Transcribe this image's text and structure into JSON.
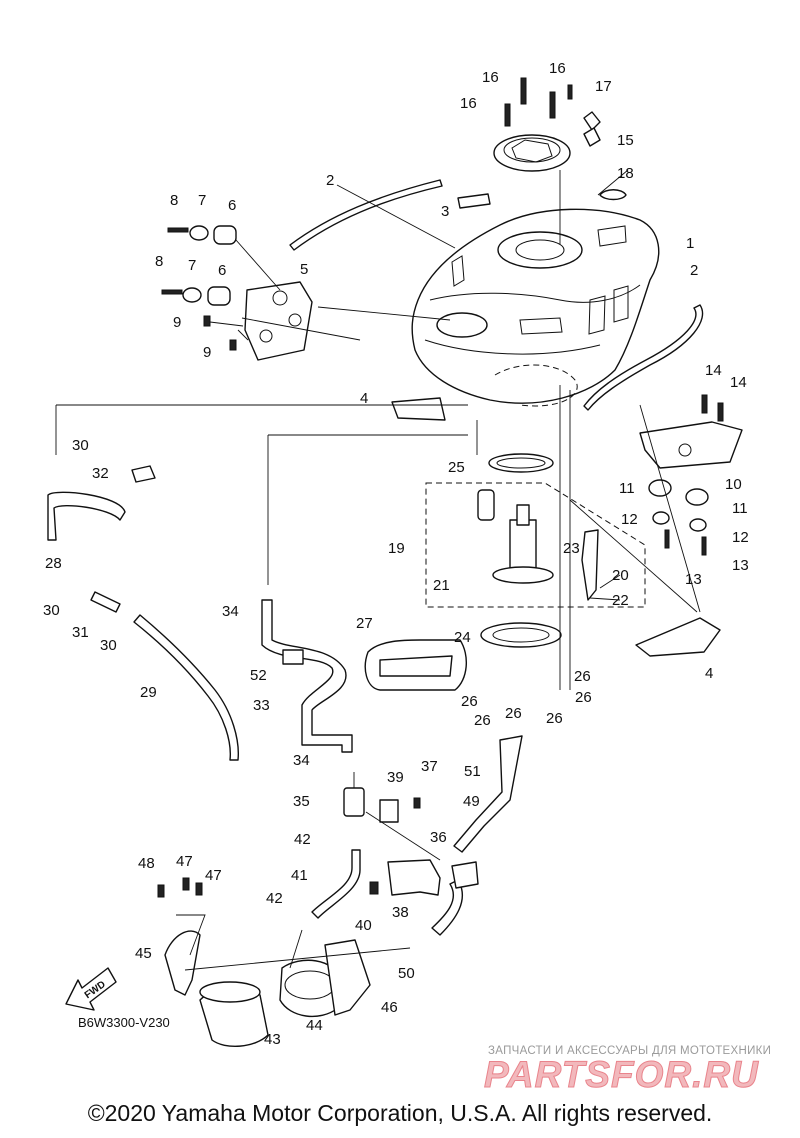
{
  "callouts": [
    {
      "id": "16",
      "label": "16"
    },
    {
      "id": "16",
      "label": "16"
    },
    {
      "id": "16",
      "label": "16"
    },
    {
      "id": "17",
      "label": "17"
    },
    {
      "id": "15",
      "label": "15"
    },
    {
      "id": "18",
      "label": "18"
    },
    {
      "id": "2",
      "label": "2"
    },
    {
      "id": "3",
      "label": "3"
    },
    {
      "id": "1",
      "label": "1"
    },
    {
      "id": "2",
      "label": "2"
    },
    {
      "id": "8",
      "label": "8"
    },
    {
      "id": "7",
      "label": "7"
    },
    {
      "id": "6",
      "label": "6"
    },
    {
      "id": "8",
      "label": "8"
    },
    {
      "id": "7",
      "label": "7"
    },
    {
      "id": "6",
      "label": "6"
    },
    {
      "id": "5",
      "label": "5"
    },
    {
      "id": "9",
      "label": "9"
    },
    {
      "id": "9",
      "label": "9"
    },
    {
      "id": "14",
      "label": "14"
    },
    {
      "id": "14",
      "label": "14"
    },
    {
      "id": "4",
      "label": "4"
    },
    {
      "id": "30",
      "label": "30"
    },
    {
      "id": "32",
      "label": "32"
    },
    {
      "id": "25",
      "label": "25"
    },
    {
      "id": "10",
      "label": "10"
    },
    {
      "id": "11",
      "label": "11"
    },
    {
      "id": "11",
      "label": "11"
    },
    {
      "id": "12",
      "label": "12"
    },
    {
      "id": "12",
      "label": "12"
    },
    {
      "id": "13",
      "label": "13"
    },
    {
      "id": "13",
      "label": "13"
    },
    {
      "id": "28",
      "label": "28"
    },
    {
      "id": "19",
      "label": "19"
    },
    {
      "id": "23",
      "label": "23"
    },
    {
      "id": "20",
      "label": "20"
    },
    {
      "id": "21",
      "label": "21"
    },
    {
      "id": "22",
      "label": "22"
    },
    {
      "id": "30",
      "label": "30"
    },
    {
      "id": "31",
      "label": "31"
    },
    {
      "id": "30",
      "label": "30"
    },
    {
      "id": "34",
      "label": "34"
    },
    {
      "id": "27",
      "label": "27"
    },
    {
      "id": "24",
      "label": "24"
    },
    {
      "id": "4",
      "label": "4"
    },
    {
      "id": "26",
      "label": "26"
    },
    {
      "id": "26",
      "label": "26"
    },
    {
      "id": "26",
      "label": "26"
    },
    {
      "id": "26",
      "label": "26"
    },
    {
      "id": "26",
      "label": "26"
    },
    {
      "id": "26",
      "label": "26"
    },
    {
      "id": "52",
      "label": "52"
    },
    {
      "id": "29",
      "label": "29"
    },
    {
      "id": "33",
      "label": "33"
    },
    {
      "id": "34",
      "label": "34"
    },
    {
      "id": "39",
      "label": "39"
    },
    {
      "id": "37",
      "label": "37"
    },
    {
      "id": "51",
      "label": "51"
    },
    {
      "id": "35",
      "label": "35"
    },
    {
      "id": "49",
      "label": "49"
    },
    {
      "id": "42",
      "label": "42"
    },
    {
      "id": "36",
      "label": "36"
    },
    {
      "id": "41",
      "label": "41"
    },
    {
      "id": "48",
      "label": "48"
    },
    {
      "id": "47",
      "label": "47"
    },
    {
      "id": "47",
      "label": "47"
    },
    {
      "id": "42",
      "label": "42"
    },
    {
      "id": "38",
      "label": "38"
    },
    {
      "id": "40",
      "label": "40"
    },
    {
      "id": "45",
      "label": "45"
    },
    {
      "id": "50",
      "label": "50"
    },
    {
      "id": "46",
      "label": "46"
    },
    {
      "id": "44",
      "label": "44"
    },
    {
      "id": "43",
      "label": "43"
    }
  ],
  "fwd_label": "FWD",
  "diagram_code": "B6W3300-V230",
  "watermark": {
    "subtitle": "ЗАПЧАСТИ И АКСЕССУАРЫ ДЛЯ МОТОТЕХНИКИ",
    "logo_text": "PARTSFOR.RU"
  },
  "copyright": "©2020 Yamaha Motor Corporation, U.S.A. All rights reserved.",
  "colors": {
    "line": "#111111",
    "background": "#ffffff",
    "watermark_fill": "#f2b8bc",
    "watermark_stroke": "#e9848c",
    "watermark_text": "#9a9a9a"
  }
}
